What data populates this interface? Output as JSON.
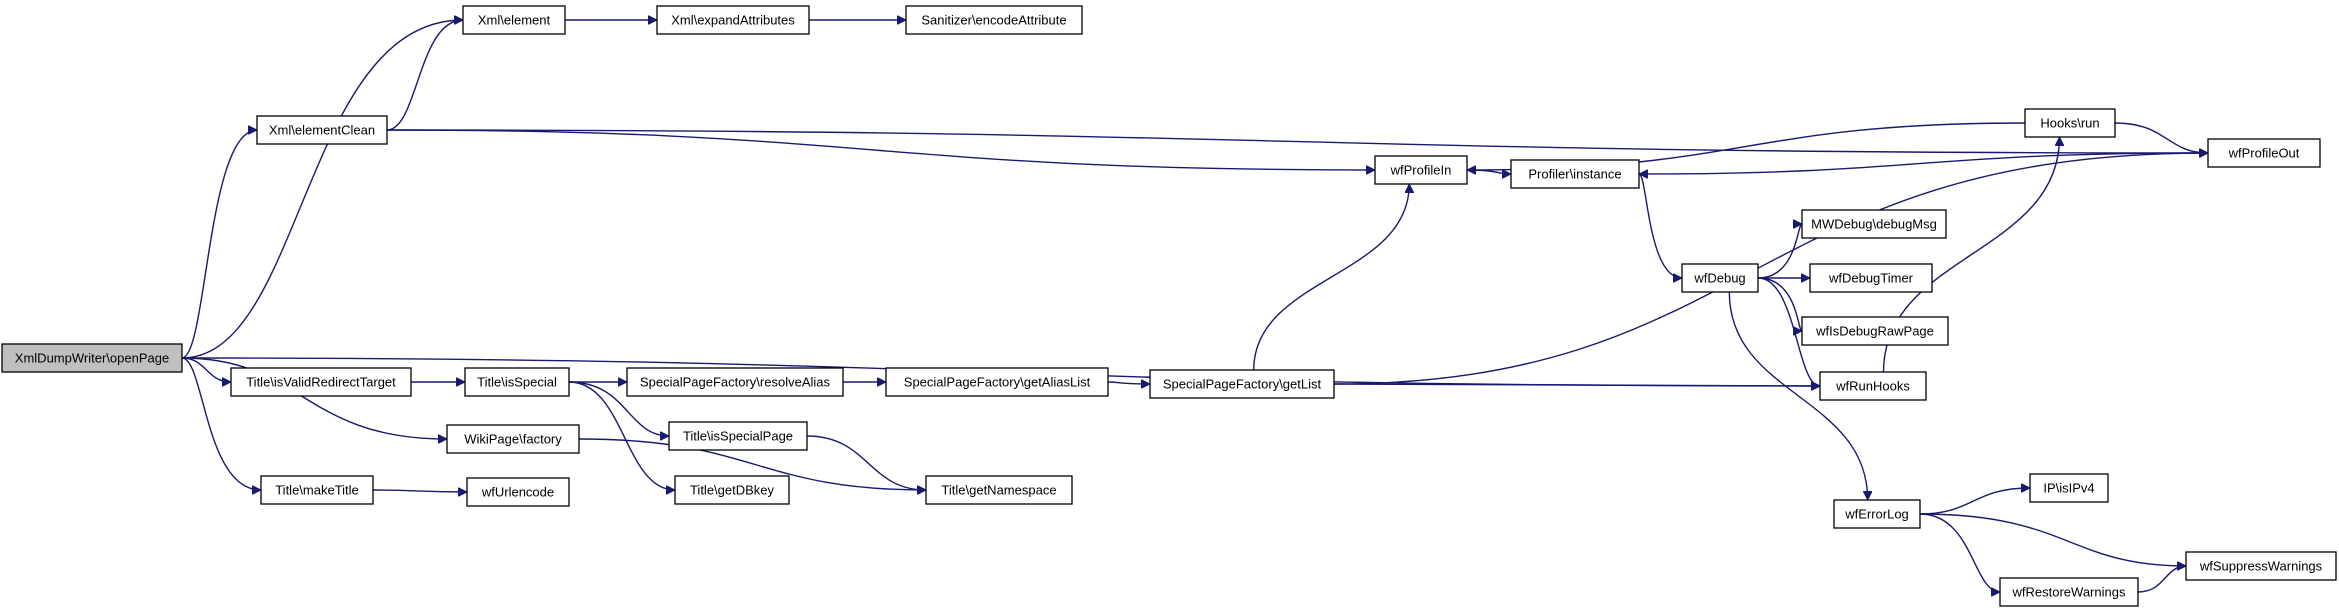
{
  "diagram": {
    "type": "call-graph",
    "edge_color": "#191970",
    "root_fill": "#bfbfbf",
    "nodes": [
      {
        "id": "openPage",
        "label": "XmlDumpWriter\\openPage",
        "root": true
      },
      {
        "id": "xmlElement",
        "label": "Xml\\element"
      },
      {
        "id": "expandAttributes",
        "label": "Xml\\expandAttributes"
      },
      {
        "id": "encodeAttribute",
        "label": "Sanitizer\\encodeAttribute"
      },
      {
        "id": "elementClean",
        "label": "Xml\\elementClean"
      },
      {
        "id": "wfProfileIn",
        "label": "wfProfileIn"
      },
      {
        "id": "profilerInstance",
        "label": "Profiler\\instance"
      },
      {
        "id": "hooksRun",
        "label": "Hooks\\run"
      },
      {
        "id": "wfProfileOut",
        "label": "wfProfileOut"
      },
      {
        "id": "debugMsg",
        "label": "MWDebug\\debugMsg"
      },
      {
        "id": "wfDebug",
        "label": "wfDebug"
      },
      {
        "id": "wfDebugTimer",
        "label": "wfDebugTimer"
      },
      {
        "id": "wfIsDebugRawPage",
        "label": "wfIsDebugRawPage"
      },
      {
        "id": "isValidRedirectTarget",
        "label": "Title\\isValidRedirectTarget"
      },
      {
        "id": "isSpecial",
        "label": "Title\\isSpecial"
      },
      {
        "id": "resolveAlias",
        "label": "SpecialPageFactory\\resolveAlias"
      },
      {
        "id": "getAliasList",
        "label": "SpecialPageFactory\\getAliasList"
      },
      {
        "id": "getList",
        "label": "SpecialPageFactory\\getList"
      },
      {
        "id": "wfRunHooks",
        "label": "wfRunHooks"
      },
      {
        "id": "wikiPageFactory",
        "label": "WikiPage\\factory"
      },
      {
        "id": "isSpecialPage",
        "label": "Title\\isSpecialPage"
      },
      {
        "id": "getDBkey",
        "label": "Title\\getDBkey"
      },
      {
        "id": "getNamespace",
        "label": "Title\\getNamespace"
      },
      {
        "id": "makeTitle",
        "label": "Title\\makeTitle"
      },
      {
        "id": "wfUrlencode",
        "label": "wfUrlencode"
      },
      {
        "id": "isIPv4",
        "label": "IP\\isIPv4"
      },
      {
        "id": "wfErrorLog",
        "label": "wfErrorLog"
      },
      {
        "id": "wfSuppressWarnings",
        "label": "wfSuppressWarnings"
      },
      {
        "id": "wfRestoreWarnings",
        "label": "wfRestoreWarnings"
      }
    ],
    "edges": [
      {
        "from": "openPage",
        "to": "xmlElement"
      },
      {
        "from": "openPage",
        "to": "elementClean"
      },
      {
        "from": "openPage",
        "to": "wfRunHooks"
      },
      {
        "from": "openPage",
        "to": "isValidRedirectTarget"
      },
      {
        "from": "openPage",
        "to": "wikiPageFactory"
      },
      {
        "from": "openPage",
        "to": "makeTitle"
      },
      {
        "from": "xmlElement",
        "to": "expandAttributes"
      },
      {
        "from": "expandAttributes",
        "to": "encodeAttribute"
      },
      {
        "from": "elementClean",
        "to": "xmlElement"
      },
      {
        "from": "elementClean",
        "to": "wfProfileOut"
      },
      {
        "from": "elementClean",
        "to": "wfProfileIn"
      },
      {
        "from": "wfProfileIn",
        "to": "profilerInstance"
      },
      {
        "from": "wfProfileOut",
        "to": "profilerInstance"
      },
      {
        "from": "hooksRun",
        "to": "wfProfileIn"
      },
      {
        "from": "hooksRun",
        "to": "wfProfileOut"
      },
      {
        "from": "profilerInstance",
        "to": "wfDebug"
      },
      {
        "from": "wfDebug",
        "to": "debugMsg"
      },
      {
        "from": "wfDebug",
        "to": "wfDebugTimer"
      },
      {
        "from": "wfDebug",
        "to": "wfIsDebugRawPage"
      },
      {
        "from": "wfDebug",
        "to": "wfRunHooks"
      },
      {
        "from": "wfDebug",
        "to": "wfErrorLog"
      },
      {
        "from": "wfRunHooks",
        "to": "hooksRun"
      },
      {
        "from": "isValidRedirectTarget",
        "to": "isSpecial"
      },
      {
        "from": "isSpecial",
        "to": "resolveAlias"
      },
      {
        "from": "isSpecial",
        "to": "isSpecialPage"
      },
      {
        "from": "isSpecial",
        "to": "getDBkey"
      },
      {
        "from": "resolveAlias",
        "to": "getAliasList"
      },
      {
        "from": "getAliasList",
        "to": "getList"
      },
      {
        "from": "getList",
        "to": "wfProfileIn"
      },
      {
        "from": "getList",
        "to": "wfRunHooks"
      },
      {
        "from": "getList",
        "to": "wfProfileOut"
      },
      {
        "from": "isSpecialPage",
        "to": "getNamespace"
      },
      {
        "from": "wikiPageFactory",
        "to": "getNamespace"
      },
      {
        "from": "makeTitle",
        "to": "wfUrlencode"
      },
      {
        "from": "wfErrorLog",
        "to": "isIPv4"
      },
      {
        "from": "wfErrorLog",
        "to": "wfSuppressWarnings"
      },
      {
        "from": "wfErrorLog",
        "to": "wfRestoreWarnings"
      },
      {
        "from": "wfRestoreWarnings",
        "to": "wfSuppressWarnings"
      }
    ]
  }
}
